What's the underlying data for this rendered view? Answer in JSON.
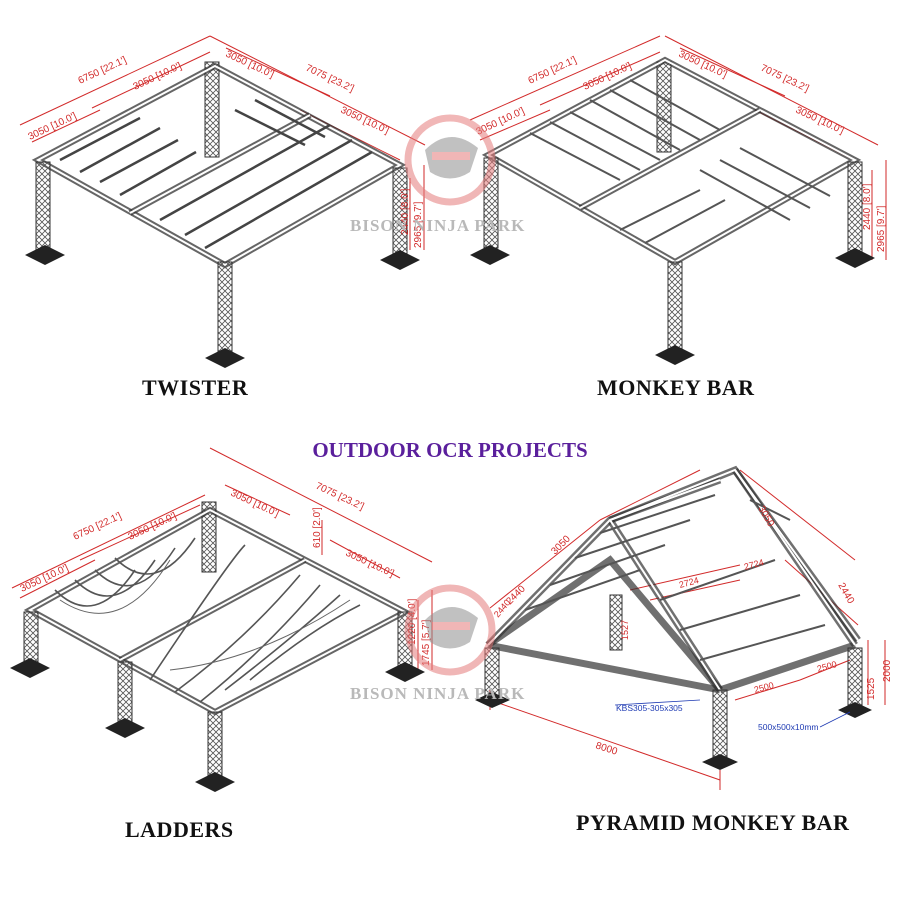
{
  "headline": "OUTDOOR OCR PROJECTS",
  "watermark": "BISON NINJA PARK",
  "colors": {
    "headline": "#5a1f9c",
    "dimension": "#d22a2a",
    "callout": "#1f3bb3",
    "truss": "#333333"
  },
  "diagrams": [
    {
      "caption": "TWISTER",
      "dimensions": [
        "6750 [22.1']",
        "3050 [10.0']",
        "3050 [10.0']",
        "3050 [10.0']",
        "7075 [23.2']",
        "3050 [10.0']",
        "2440 [8.0']",
        "2965 [9.7']"
      ]
    },
    {
      "caption": "MONKEY BAR",
      "dimensions": [
        "6750 [22.1']",
        "3050 [10.0']",
        "3050 [10.0']",
        "3050 [10.0']",
        "7075 [23.2']",
        "3050 [10.0']",
        "2440 [8.0']",
        "2965 [9.7']"
      ]
    },
    {
      "caption": "LADDERS",
      "dimensions": [
        "6750 [22.1']",
        "3050 [10.0']",
        "3050 [10.0']",
        "3050 [10.0']",
        "7075 [23.2']",
        "3050 [10.0']",
        "610 [2.0']",
        "1220 [4.0']",
        "1745 [5.7']"
      ]
    },
    {
      "caption": "PYRAMID MONKEY BAR",
      "dimensions": [
        "3050",
        "3050",
        "2440",
        "2440",
        "2724",
        "2724",
        "2440",
        "1527",
        "2500",
        "2500",
        "1525",
        "2000",
        "8000"
      ],
      "callouts": [
        "KBS305-305x305",
        "500x500x10mm"
      ]
    }
  ]
}
